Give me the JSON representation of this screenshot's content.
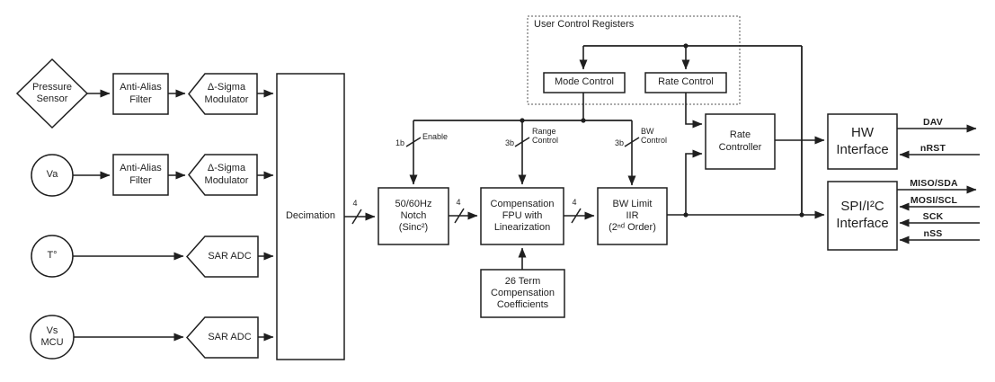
{
  "colors": {
    "line": "#1f1f1f",
    "background": "#ffffff",
    "box_fill": "#ffffff"
  },
  "sources": {
    "pressure": "Pressure\nSensor",
    "va": "Va",
    "temperature": "T°",
    "vs_mcu": "Vs\nMCU"
  },
  "analog_front_end": {
    "anti_alias_filter_1": "Anti-Alias\nFilter",
    "anti_alias_filter_2": "Anti-Alias\nFilter",
    "delta_sigma_modulator_1": "Δ-Sigma\nModulator",
    "delta_sigma_modulator_2": "Δ-Sigma\nModulator",
    "sar_adc_1": "SAR ADC",
    "sar_adc_2": "SAR ADC",
    "decimation": "Decimation"
  },
  "dsp_chain": {
    "notch_filter": "50/60Hz\nNotch\n(Sinc²)",
    "compensation_fpu": "Compensation\nFPU with\nLinearization",
    "bw_limit_iir": "BW Limit\nIIR\n(2ⁿᵈ Order)",
    "coefficients": "26 Term\nCompensation\nCoefficients",
    "bus_width_1": "4",
    "bus_width_2": "4",
    "bus_width_3": "4"
  },
  "control": {
    "user_control_registers": "User Control Registers",
    "mode_control": "Mode Control",
    "rate_control": "Rate Control",
    "rate_controller": "Rate\nController",
    "enable": {
      "bits": "1b",
      "label": "Enable"
    },
    "range": {
      "bits": "3b",
      "label": "Range\nControl"
    },
    "bw": {
      "bits": "3b",
      "label": "BW\nControl"
    }
  },
  "interfaces": {
    "hw_interface": "HW\nInterface",
    "spi_interface": "SPI/I²C\nInterface",
    "hw_signals": [
      {
        "label": "DAV",
        "direction": "output"
      },
      {
        "label": "nRST",
        "direction": "input"
      }
    ],
    "spi_signals": [
      {
        "label": "MISO/SDA",
        "direction": "output"
      },
      {
        "label": "MOSI/SCL",
        "direction": "input"
      },
      {
        "label": "SCK",
        "direction": "input"
      },
      {
        "label": "nSS",
        "direction": "input"
      }
    ]
  }
}
